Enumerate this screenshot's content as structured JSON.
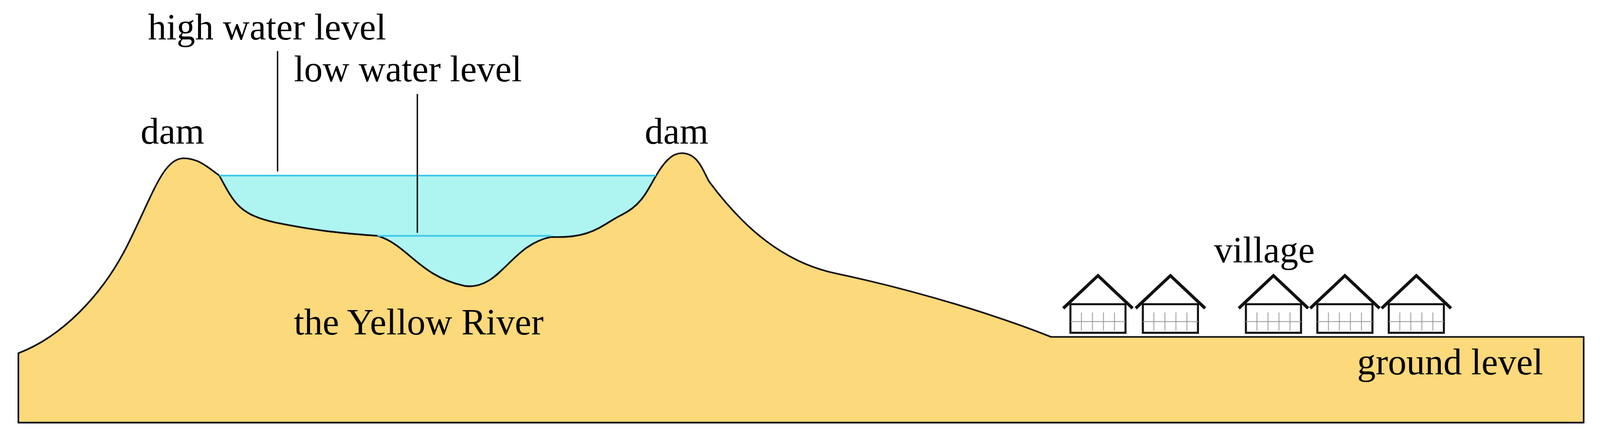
{
  "diagram": {
    "labels": [
      "high water level",
      "low water level",
      "dam",
      "dam",
      "the Yellow River",
      "village",
      "ground level"
    ]
  }
}
